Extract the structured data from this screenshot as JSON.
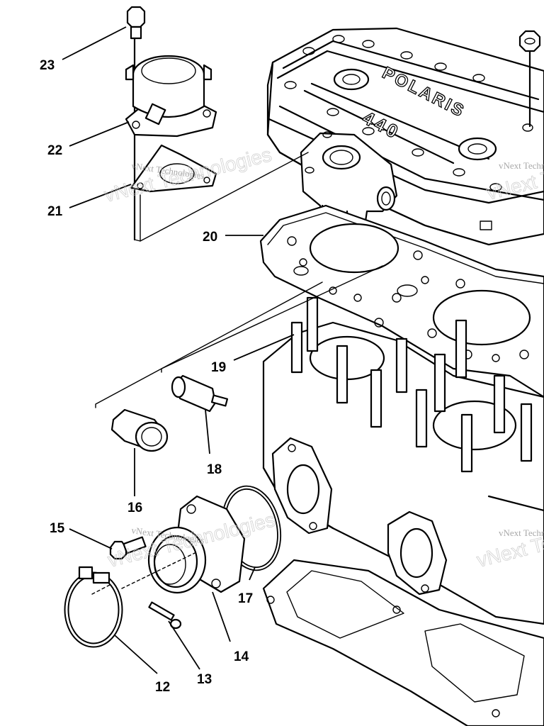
{
  "diagram": {
    "engine_lettering": [
      "POLARIS",
      "440"
    ],
    "parts": [
      {
        "label": "23"
      },
      {
        "label": "22"
      },
      {
        "label": "21"
      },
      {
        "label": "20"
      },
      {
        "label": "19"
      },
      {
        "label": "18"
      },
      {
        "label": "16"
      },
      {
        "label": "15"
      },
      {
        "label": "17"
      },
      {
        "label": "14"
      },
      {
        "label": "12"
      },
      {
        "label": "13"
      }
    ]
  },
  "watermark": {
    "text": "vNext Technologies"
  }
}
